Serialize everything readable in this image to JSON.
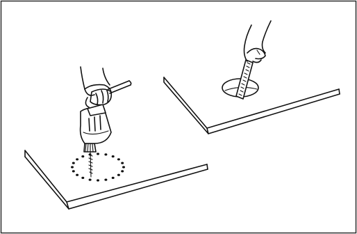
{
  "figure": {
    "background": "#ffffff",
    "line_color": "#111111",
    "panels": [
      {
        "id": "drill-step",
        "depicts": "hand-drill-boring-pilot-holes-in-circle-on-board"
      },
      {
        "id": "saw-step",
        "depicts": "hand-with-keyhole-saw-cutting-round-hole-in-board"
      }
    ]
  }
}
